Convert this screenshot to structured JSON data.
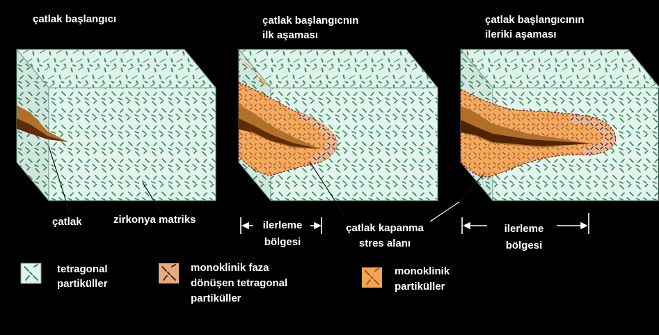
{
  "panels": [
    {
      "title_line1": "çatlak başlangıcı",
      "title_line2": ""
    },
    {
      "title_line1": "çatlak başlangıcnın",
      "title_line2": "ilk aşaması"
    },
    {
      "title_line1": "çatlak başlangıcının",
      "title_line2": "ileriki aşaması"
    }
  ],
  "callouts": {
    "crack": "çatlak",
    "matrix": "zirkonya matriks",
    "closure_line1": "çatlak kapanma",
    "closure_line2": "stres alanı",
    "advance1_line1": "ilerleme",
    "advance1_line2": "bölgesi",
    "advance2_line1": "ilerleme",
    "advance2_line2": "bölgesi"
  },
  "legend": [
    {
      "line1": "tetragonal",
      "line2": "partiküller",
      "line3": "",
      "color": "#dff3ee"
    },
    {
      "line1": "monoklinik faza",
      "line2": "dönüşen tetragonal",
      "line3": "partiküller",
      "color": "#e7ad78"
    },
    {
      "line1": "monoklinik",
      "line2": "partiküller",
      "line3": "",
      "color": "#f2a653"
    }
  ],
  "colors": {
    "matrix_face": "#e3f4ef",
    "matrix_mark": "#2f8a50",
    "transformed_zone": "#f2aa60",
    "crack": "#7a3e0c",
    "crack_light": "#b0702a",
    "zone_border": "#7a1f2a",
    "background": "#000000"
  }
}
